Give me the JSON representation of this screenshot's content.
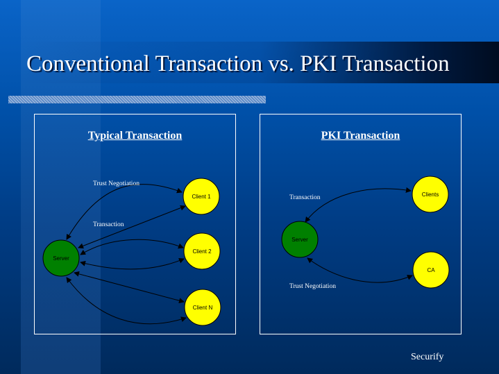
{
  "title": "Conventional Transaction vs. PKI Transaction",
  "left_panel": {
    "title": "Typical Transaction",
    "labels": {
      "trust": "Trust Negotiation",
      "transaction": "Transaction"
    },
    "nodes": {
      "server": "Server",
      "client1": "Client 1",
      "client2": "Client 2",
      "clientn": "Client N"
    }
  },
  "right_panel": {
    "title": "PKI Transaction",
    "labels": {
      "transaction": "Transaction",
      "trust": "Trust Negotiation"
    },
    "nodes": {
      "server": "Server",
      "clients": "Clients",
      "ca": "CA"
    }
  },
  "footer": "Securify",
  "colors": {
    "server": "#008000",
    "client": "#ffff00"
  }
}
